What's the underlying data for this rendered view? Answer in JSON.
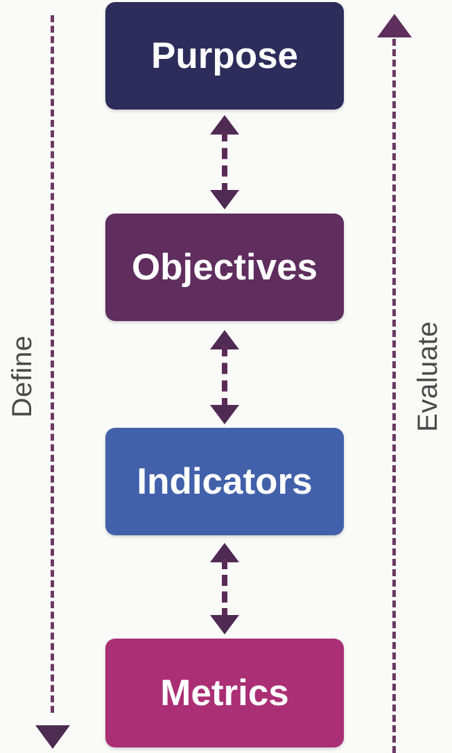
{
  "diagram": {
    "title": "Purpose - Objectives - Indicators - Metrics hierarchy",
    "background_color": "#fafaf9",
    "stages": [
      {
        "label": "Purpose",
        "color": "#2c2d5b",
        "text_color": "#ffffff",
        "order": 1
      },
      {
        "label": "Objectives",
        "color": "#5f2d5e",
        "text_color": "#ffffff",
        "order": 2
      },
      {
        "label": "Indicators",
        "color": "#4261aa",
        "text_color": "#ffffff",
        "order": 3
      },
      {
        "label": "Metrics",
        "color": "#ab2f75",
        "text_color": "#ffffff",
        "order": 4
      }
    ],
    "connectors": [
      {
        "between": "Purpose-Objectives",
        "style": "dashed",
        "heads": "both",
        "color": "#5b2b57"
      },
      {
        "between": "Objectives-Indicators",
        "style": "dashed",
        "heads": "both",
        "color": "#5b2b57"
      },
      {
        "between": "Indicators-Metrics",
        "style": "dashed",
        "heads": "both",
        "color": "#5b2b57"
      }
    ],
    "rails": [
      {
        "label": "Define",
        "side": "left",
        "direction": "downward",
        "style": "dashed",
        "line_color": "#6b3a63",
        "label_color": "#4a4a4a"
      },
      {
        "label": "Evaluate",
        "side": "right",
        "direction": "upward",
        "style": "dashed",
        "line_color": "#6b3a63",
        "label_color": "#4a4a4a"
      }
    ]
  }
}
